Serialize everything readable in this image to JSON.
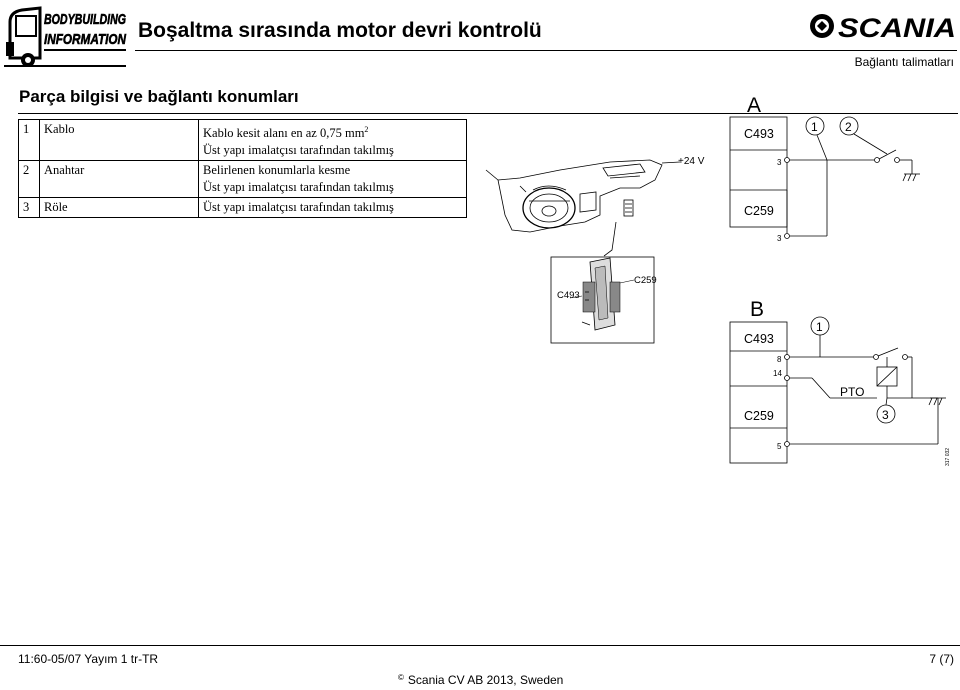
{
  "header": {
    "brand_logo_line1": "BODYBUILDING",
    "brand_logo_line2": "INFORMATION",
    "title": "Boşaltma sırasında motor devri kontrolü",
    "scania_logo": "SCANIA",
    "subtitle": "Bağlantı talimatları"
  },
  "section": {
    "heading": "Parça bilgisi ve bağlantı konumları"
  },
  "parts_table": {
    "rows": [
      {
        "num": "1",
        "name": "Kablo",
        "lines": [
          "Kablo kesit alanı en az 0,75 mm",
          "Üst yapı imalatçısı tarafından takılmış"
        ],
        "sup": "2"
      },
      {
        "num": "2",
        "name": "Anahtar",
        "lines": [
          "Belirlenen konumlarla kesme",
          "Üst yapı imalatçısı tarafından takılmış"
        ]
      },
      {
        "num": "3",
        "name": "Röle",
        "lines": [
          "Üst yapı imalatçısı tarafından takılmış"
        ]
      }
    ]
  },
  "diagram": {
    "voltage_label": "+24 V",
    "dashboard_connector_1": "C493",
    "dashboard_connector_2": "C259",
    "circuit_a": {
      "title": "A",
      "connector_top": "C493",
      "connector_bottom": "C259",
      "pin_top": "3",
      "pin_bottom": "3",
      "callout_1": "1",
      "callout_2": "2"
    },
    "circuit_b": {
      "title": "B",
      "connector_top": "C493",
      "connector_bottom": "C259",
      "pin_1": "8",
      "pin_2": "14",
      "pin_3": "5",
      "callout_1": "1",
      "callout_3": "3",
      "relay_label": "PTO"
    },
    "figure_number": "317 032"
  },
  "footer": {
    "document_info": "11:60-05/07 Yayım 1  tr-TR",
    "page": "7 (7)",
    "copyright_symbol": "©",
    "copyright": "Scania CV AB 2013, Sweden"
  }
}
